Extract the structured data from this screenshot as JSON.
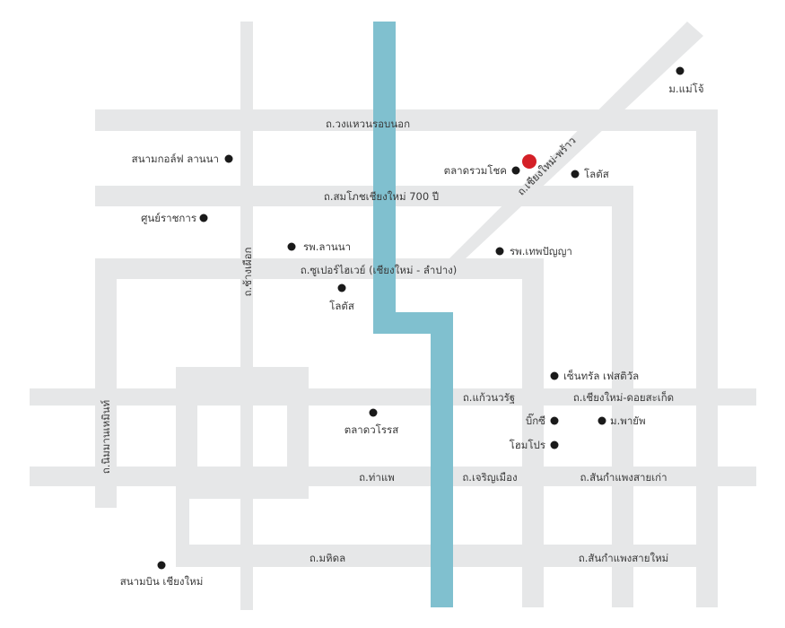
{
  "colors": {
    "road": "#e6e7e8",
    "river": "#80c0cf",
    "marker": "#d42027",
    "poi": "#1a1a1a"
  },
  "roads": {
    "outer_ring": "ถ.วงแหวนรอบนอก",
    "chiangmai_phrao": "ถ.เชียงใหม่-พร้าว",
    "sompot_700": "ถ.สมโภชเชียงใหม่ 700 ปี",
    "superhighway": "ถ.ซูเปอร์ไฮเวย์ (เชียงใหม่ -  ลำปาง)",
    "chang_phueak": "ถ.ช้างเผือก",
    "kaew_nawarat": "ถ.แก้วนวรัฐ",
    "doi_saket": "ถ.เชียงใหม่-ดอยสะเก็ด",
    "nimmanhaemin": "ถ.นิมมานเหมินท์",
    "tha_phae": "ถ.ท่าแพ",
    "charoen_muang": "ถ.เจริญเมือง",
    "sankamphaeng_old": "ถ.สันกำแพงสายเก่า",
    "mahidol": "ถ.มหิดล",
    "sankamphaeng_new": "ถ.สันกำแพงสายใหม่"
  },
  "places": {
    "maejo": "ม.แม่โจ้",
    "lanna_golf": "สนามกอล์ฟ ลานนา",
    "ruamchok_market": "ตลาดรวมโชค",
    "lotus_north": "โลตัส",
    "government_center": "ศูนย์ราชการ",
    "lanna_hospital": "รพ.ลานนา",
    "theppanya_hospital": "รพ.เทพปัญญา",
    "lotus_central": "โลตัส",
    "central_festival": "เซ็นทรัล เฟสติวัล",
    "warorot_market": "ตลาดวโรรส",
    "bigc": "บิ๊กซี",
    "payap": "ม.พายัพ",
    "homepro": "โฮมโปร",
    "airport": "สนามบิน เชียงใหม่"
  }
}
